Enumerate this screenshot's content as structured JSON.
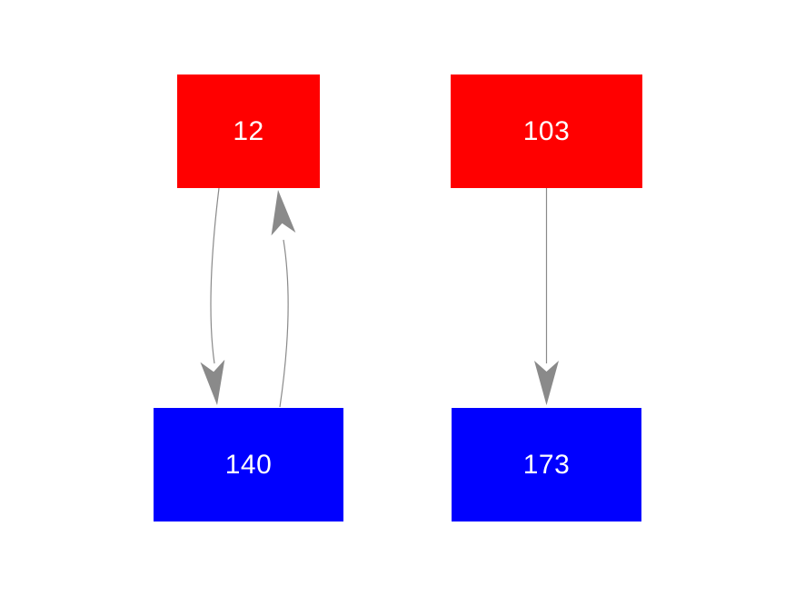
{
  "diagram": {
    "background_color": "#ffffff",
    "edge_color": "#8a8a8a",
    "node_text_color": "#ffffff",
    "nodes": [
      {
        "label": "12",
        "fill": "#ff0000",
        "row": "top",
        "column": "left"
      },
      {
        "label": "103",
        "fill": "#ff0000",
        "row": "top",
        "column": "right"
      },
      {
        "label": "140",
        "fill": "#0000ff",
        "row": "bottom",
        "column": "left"
      },
      {
        "label": "173",
        "fill": "#0000ff",
        "row": "bottom",
        "column": "right"
      }
    ],
    "edges": [
      {
        "from": "12",
        "to": "140",
        "shape": "curved",
        "direction": "down"
      },
      {
        "from": "140",
        "to": "12",
        "shape": "curved",
        "direction": "up"
      },
      {
        "from": "103",
        "to": "173",
        "shape": "straight",
        "direction": "down"
      }
    ]
  }
}
